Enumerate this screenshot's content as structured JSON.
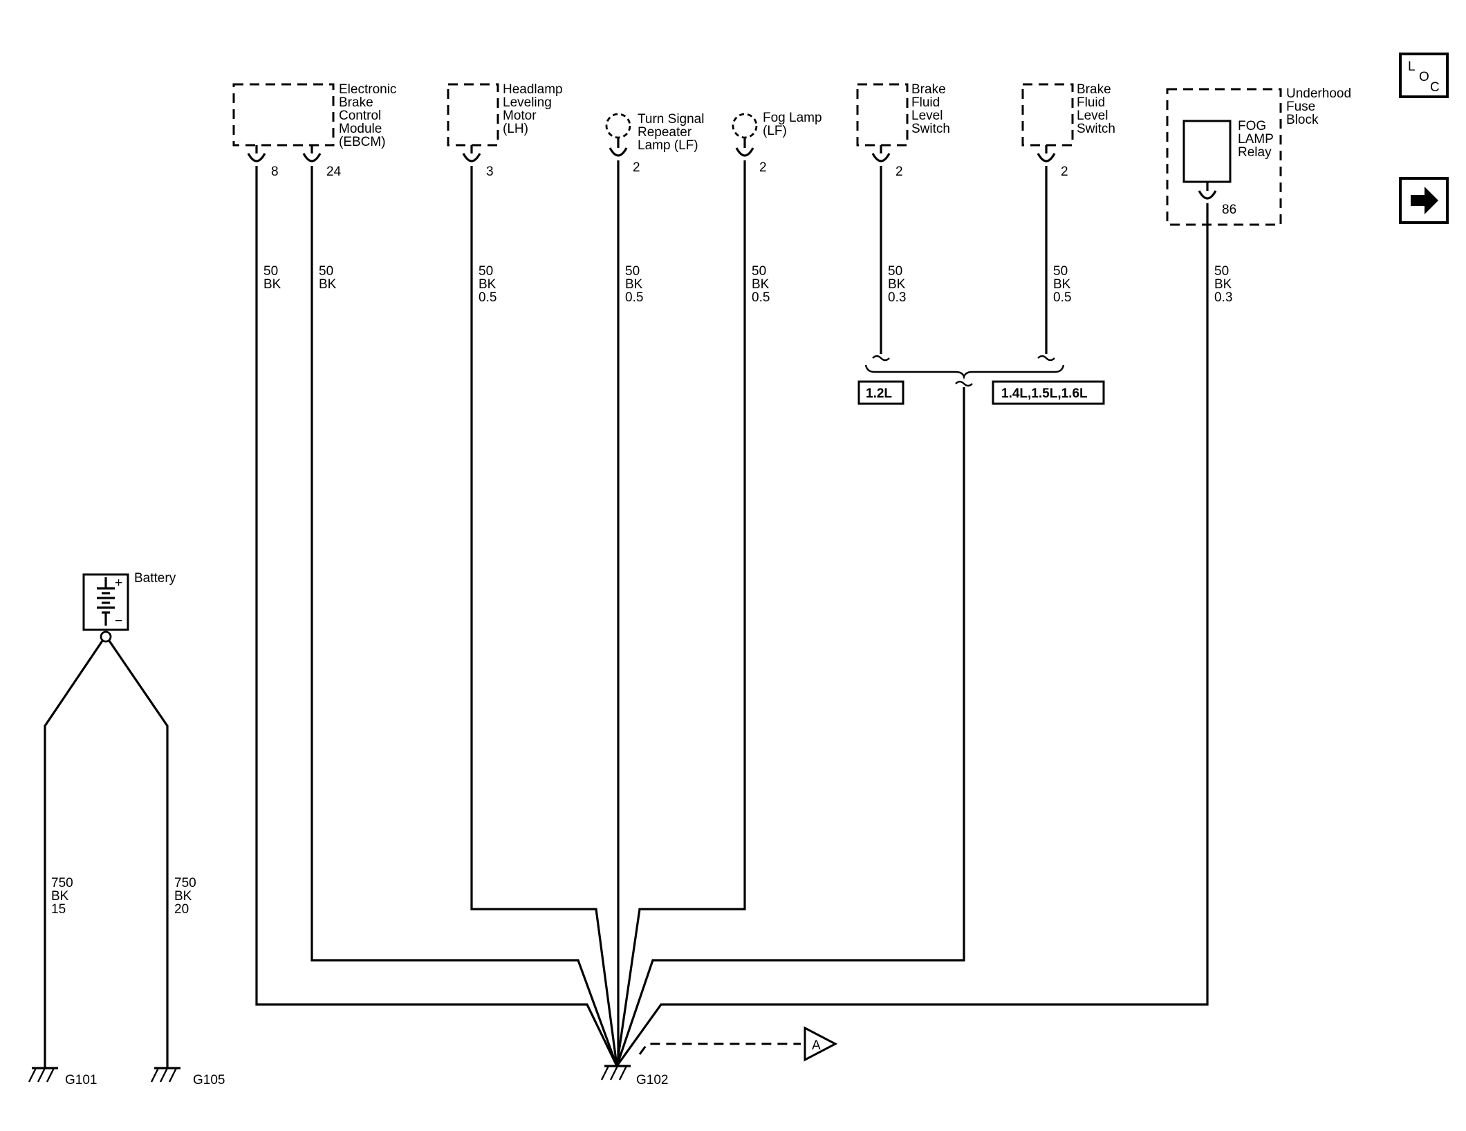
{
  "components": {
    "ebcm": {
      "name": [
        "Electronic",
        "Brake",
        "Control",
        "Module",
        "(EBCM)"
      ],
      "pins": [
        "8",
        "24"
      ]
    },
    "headlamp_motor": {
      "name": [
        "Headlamp",
        "Leveling",
        "Motor",
        "(LH)"
      ],
      "pin": "3"
    },
    "turn_signal_lamp": {
      "name": [
        "Turn Signal",
        "Repeater",
        "Lamp (LF)"
      ],
      "pin": "2"
    },
    "fog_lamp": {
      "name": [
        "Fog Lamp",
        "(LF)"
      ],
      "pin": "2"
    },
    "brake_fluid_switch_1": {
      "name": [
        "Brake",
        "Fluid",
        "Level",
        "Switch"
      ],
      "pin": "2"
    },
    "brake_fluid_switch_2": {
      "name": [
        "Brake",
        "Fluid",
        "Level",
        "Switch"
      ],
      "pin": "2"
    },
    "underhood_fuse_block": {
      "name": [
        "Underhood",
        "Fuse",
        "Block"
      ],
      "relay": [
        "FOG",
        "LAMP",
        "Relay"
      ],
      "pin": "86"
    },
    "battery": {
      "name": "Battery",
      "plus": "+",
      "minus": "−"
    }
  },
  "wires": {
    "ebcm_8": [
      "50",
      "BK"
    ],
    "ebcm_24": [
      "50",
      "BK"
    ],
    "headlamp": [
      "50",
      "BK",
      "0.5"
    ],
    "turn_signal": [
      "50",
      "BK",
      "0.5"
    ],
    "fog_lamp": [
      "50",
      "BK",
      "0.5"
    ],
    "brake_1": [
      "50",
      "BK",
      "0.3"
    ],
    "brake_2": [
      "50",
      "BK",
      "0.5"
    ],
    "fog_relay": [
      "50",
      "BK",
      "0.3"
    ],
    "battery_g101": [
      "750",
      "BK",
      "15"
    ],
    "battery_g105": [
      "750",
      "BK",
      "20"
    ]
  },
  "options": {
    "left": "1.2L",
    "right": "1.4L,1.5L,1.6L"
  },
  "grounds": {
    "g101": "G101",
    "g105": "G105",
    "g102": "G102"
  },
  "reference": "A",
  "nav": {
    "loc_letters": [
      "L",
      "O",
      "C"
    ],
    "next_icon": "arrow-right-icon"
  }
}
